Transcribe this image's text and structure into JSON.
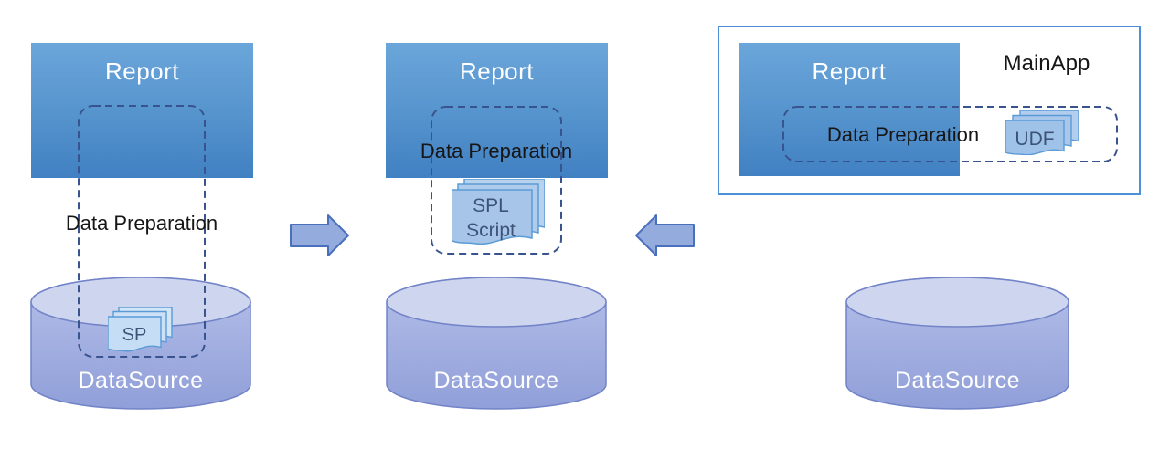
{
  "diagram_title": "Data preparation architecture evolution diagram",
  "colors": {
    "background": "#ffffff",
    "report_gradient_top": "#6ba6da",
    "report_gradient_bottom": "#4180c2",
    "dashed_border": "#38538e",
    "mainapp_border": "#4a91d6",
    "cylinder_top_fill": "#cdd5ef",
    "cylinder_body_top": "#b5bfe8",
    "cylinder_body_bottom": "#909fd9",
    "cylinder_outline": "#7283c8",
    "doc_stroke": "#5b9bd5",
    "doc_fill_sp": "#c5def5",
    "doc_fill_sp_back": "#d3e6f8",
    "doc_fill_spl": "#a6c5e9",
    "doc_fill_spl_back": "#b8d2ee",
    "doc_fill_udf": "#9fc2e8",
    "doc_fill_udf_back": "#b2cdee",
    "doc_text": "#3d5476",
    "arrow_fill": "#93abdd",
    "arrow_stroke": "#4a6fbd",
    "label_dark": "#161616",
    "label_light": "#ffffff"
  },
  "panels": {
    "left": {
      "report_label": "Report",
      "data_prep_label": "Data Preparation",
      "datasource_label": "DataSource",
      "stack_label": "SP"
    },
    "middle": {
      "report_label": "Report",
      "data_prep_label": "Data Preparation",
      "datasource_label": "DataSource",
      "stack_label_line1": "SPL",
      "stack_label_line2": "Script"
    },
    "right": {
      "container_label": "MainApp",
      "report_label": "Report",
      "data_prep_label": "Data Preparation",
      "datasource_label": "DataSource",
      "stack_label": "UDF"
    }
  }
}
